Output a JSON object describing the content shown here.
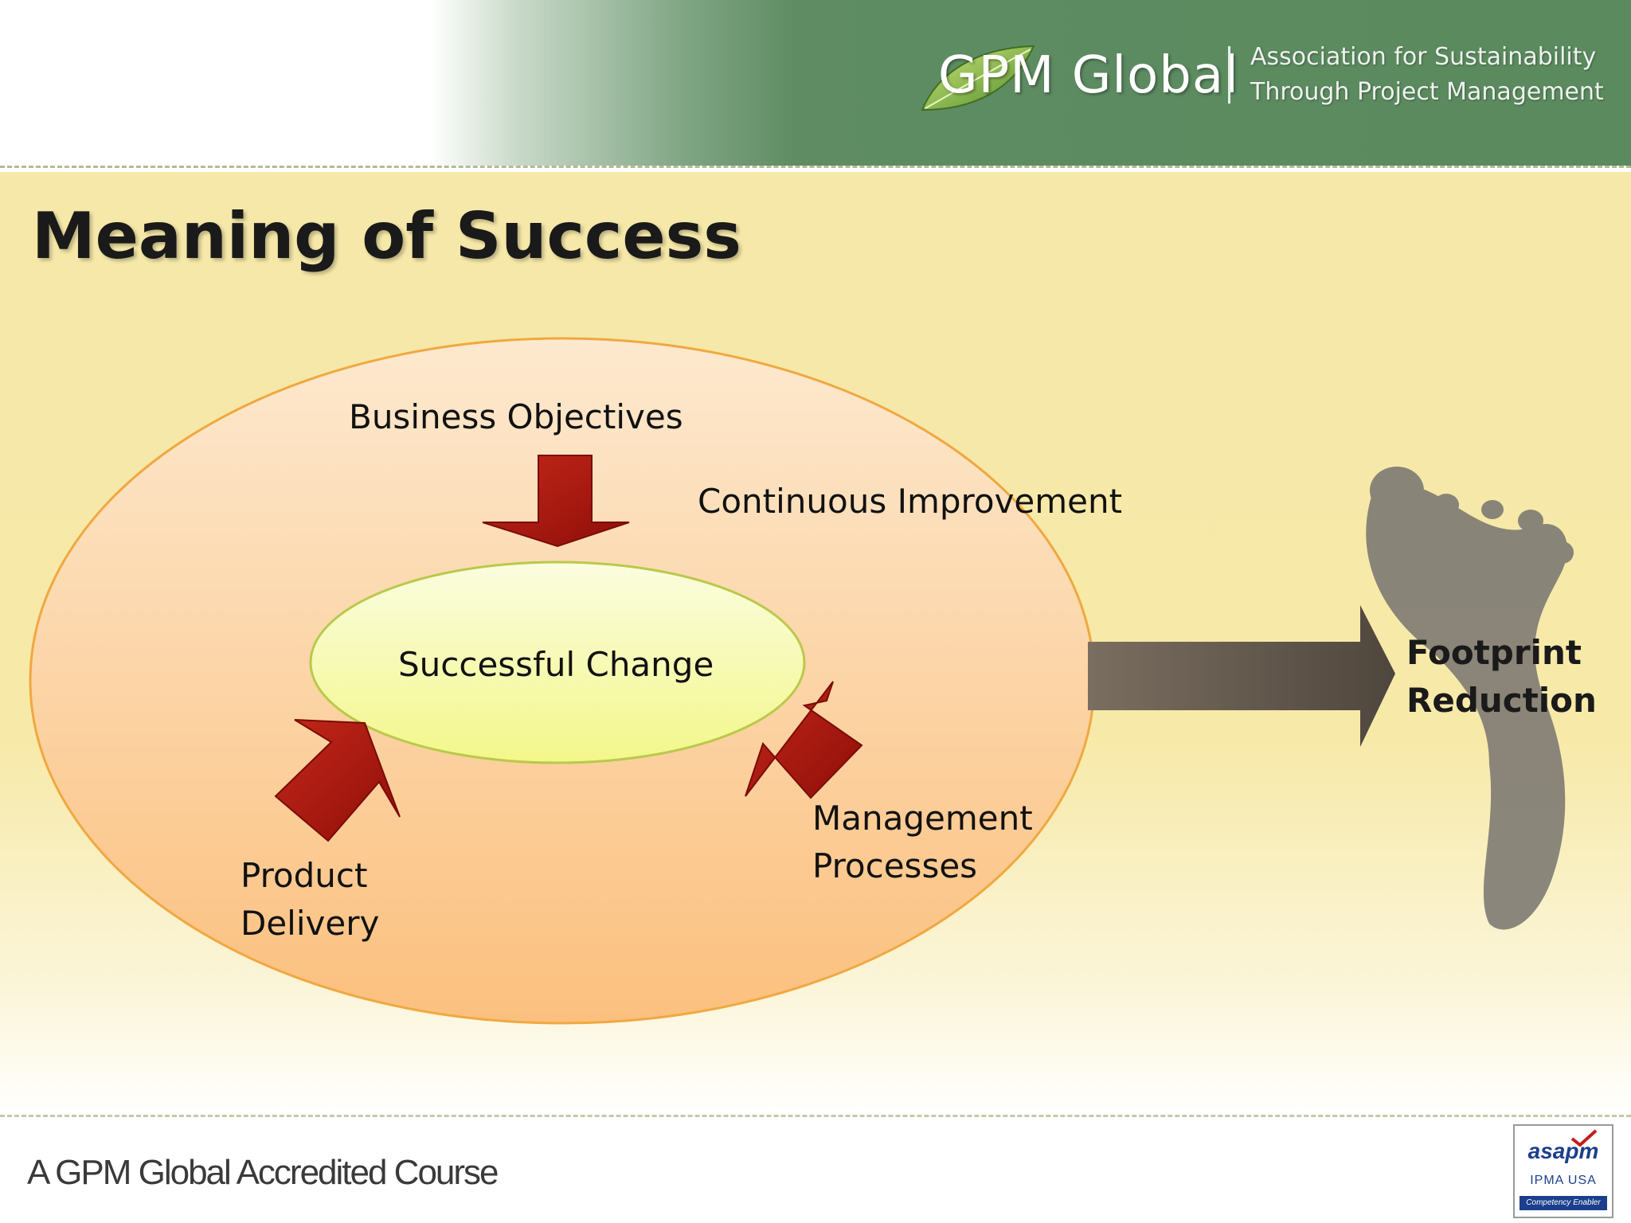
{
  "header": {
    "logo_text": "GPM Global",
    "tagline_line1": "Association for Sustainability",
    "tagline_line2": "Through Project Management"
  },
  "slide": {
    "title": "Meaning of Success"
  },
  "diagram": {
    "center_label": "Successful Change",
    "top_label": "Business Objectives",
    "continuous_label": "Continuous Improvement",
    "management_line1": "Management",
    "management_line2": "Processes",
    "product_line1": "Product",
    "product_line2": "Delivery",
    "outcome_line1": "Footprint",
    "outcome_line2": "Reduction"
  },
  "footer": {
    "course_text": "A GPM Global Accredited Course",
    "badge_name": "asapm",
    "badge_sub": "IPMA USA",
    "badge_strip": "Competency Enabler"
  },
  "colors": {
    "header_green": "#5a8a5e",
    "content_yellow": "#f6e8a8",
    "arrow_red": "#a8140c",
    "outer_ellipse": "#fbc98f",
    "inner_ellipse": "#f3f7a0",
    "big_arrow": "#6e6456"
  },
  "icons": [
    "leaf-icon",
    "footprint-icon",
    "checkmark-icon"
  ]
}
